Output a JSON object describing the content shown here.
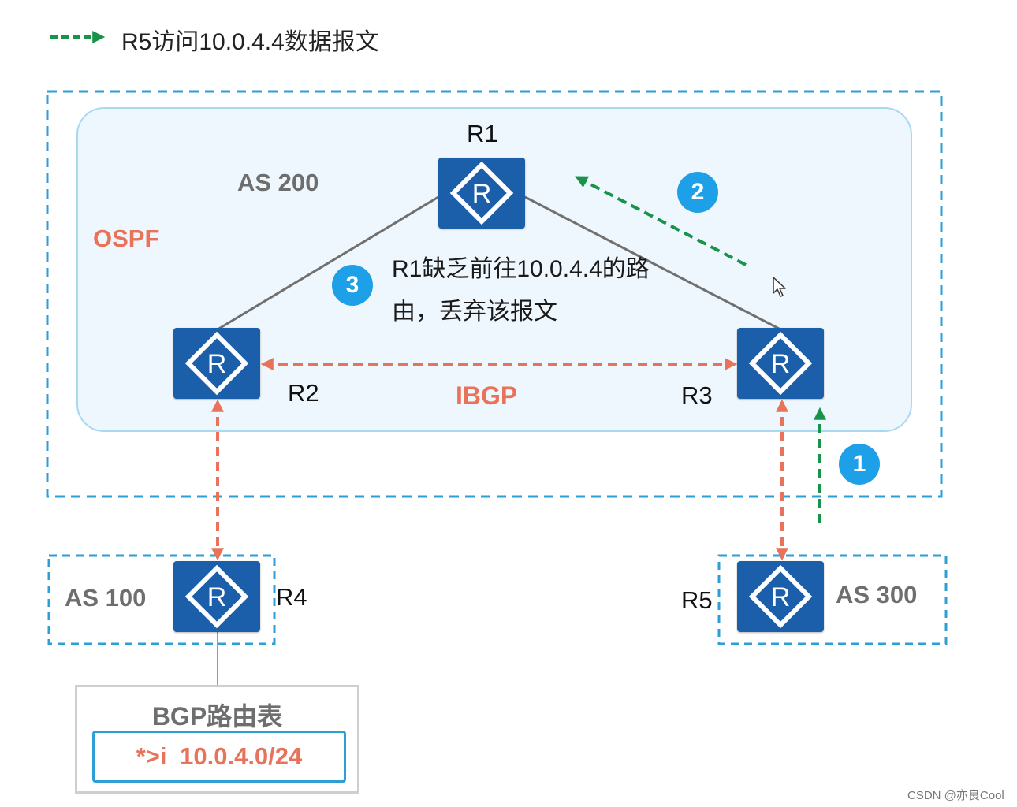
{
  "legend": {
    "text": "R5访问10.0.4.4数据报文",
    "arrow_color": "#19924a"
  },
  "colors": {
    "ibgp": "#e8735a",
    "as_border": "#2e9fd6",
    "router": "#1b5faa",
    "badge": "#1ea0e8",
    "ospf": "#e8735a"
  },
  "as200": {
    "label": "AS 200",
    "ospf_label": "OSPF"
  },
  "as100": {
    "label": "AS 100"
  },
  "as300": {
    "label": "AS 300"
  },
  "routers": {
    "r1": {
      "name": "R1",
      "icon": "router-icon"
    },
    "r2": {
      "name": "R2",
      "icon": "router-icon"
    },
    "r3": {
      "name": "R3",
      "icon": "router-icon"
    },
    "r4": {
      "name": "R4",
      "icon": "router-icon"
    },
    "r5": {
      "name": "R5",
      "icon": "router-icon"
    }
  },
  "ibgp_label": "IBGP",
  "note": {
    "line1": "R1缺乏前往10.0.4.4的路",
    "line2": "由，丢弃该报文"
  },
  "steps": [
    "1",
    "2",
    "3"
  ],
  "bgp_table": {
    "title": "BGP路由表",
    "entry_flag": "*>i",
    "entry_prefix": "10.0.4.0/24"
  },
  "watermark": "CSDN @亦良Cool"
}
